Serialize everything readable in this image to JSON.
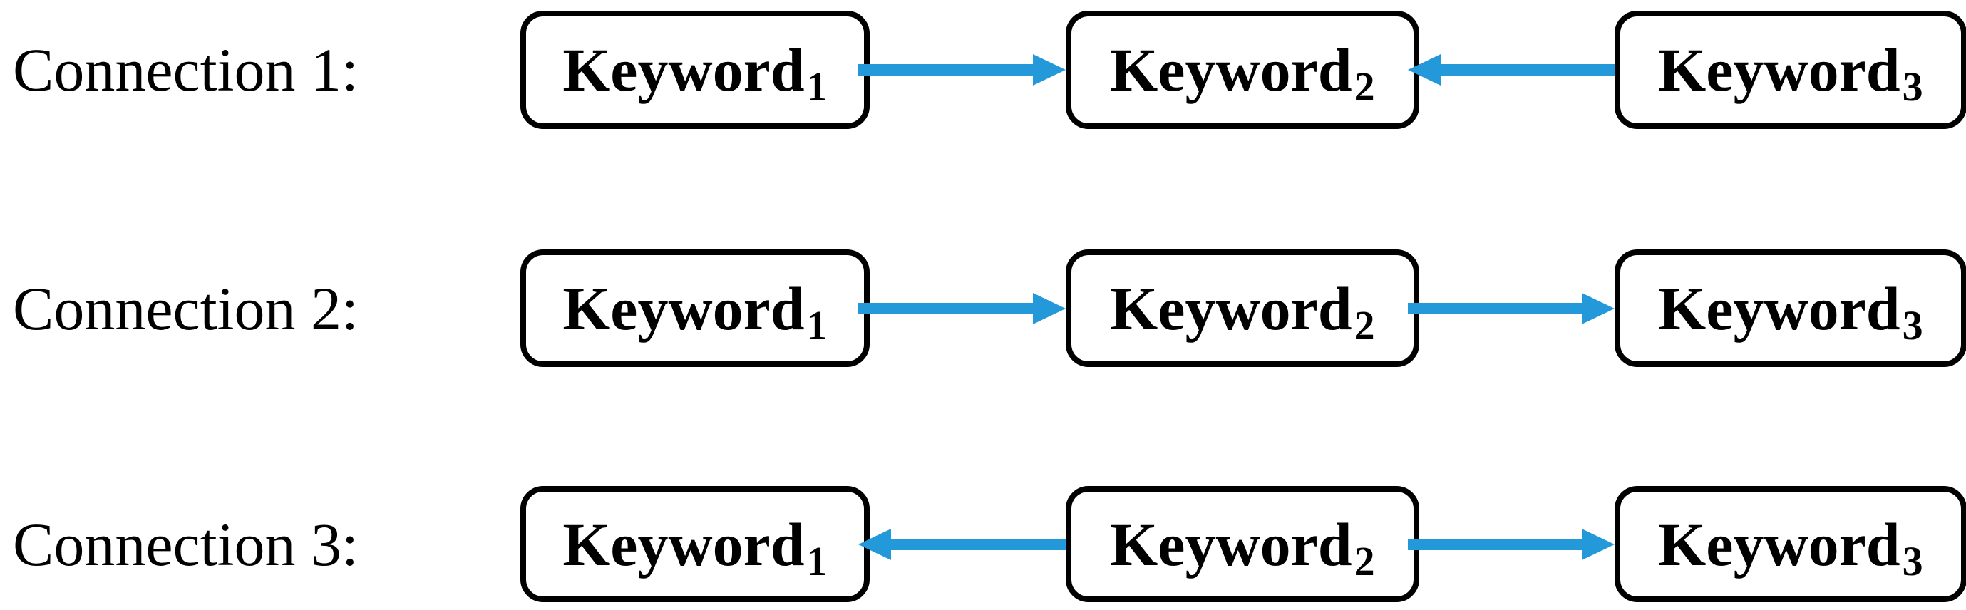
{
  "figure": {
    "background_color": "#ffffff",
    "text_color": "#000000",
    "box_border_color": "#000000",
    "arrow_color": "#2499D9",
    "rows": [
      {
        "label": "Connection 1:",
        "nodes": [
          {
            "text": "Keyword",
            "subscript": "1"
          },
          {
            "text": "Keyword",
            "subscript": "2"
          },
          {
            "text": "Keyword",
            "subscript": "3"
          }
        ],
        "arrows": [
          {
            "direction": "right"
          },
          {
            "direction": "left"
          }
        ]
      },
      {
        "label": "Connection 2:",
        "nodes": [
          {
            "text": "Keyword",
            "subscript": "1"
          },
          {
            "text": "Keyword",
            "subscript": "2"
          },
          {
            "text": "Keyword",
            "subscript": "3"
          }
        ],
        "arrows": [
          {
            "direction": "right"
          },
          {
            "direction": "right"
          }
        ]
      },
      {
        "label": "Connection 3:",
        "nodes": [
          {
            "text": "Keyword",
            "subscript": "1"
          },
          {
            "text": "Keyword",
            "subscript": "2"
          },
          {
            "text": "Keyword",
            "subscript": "3"
          }
        ],
        "arrows": [
          {
            "direction": "left"
          },
          {
            "direction": "right"
          }
        ]
      }
    ]
  }
}
